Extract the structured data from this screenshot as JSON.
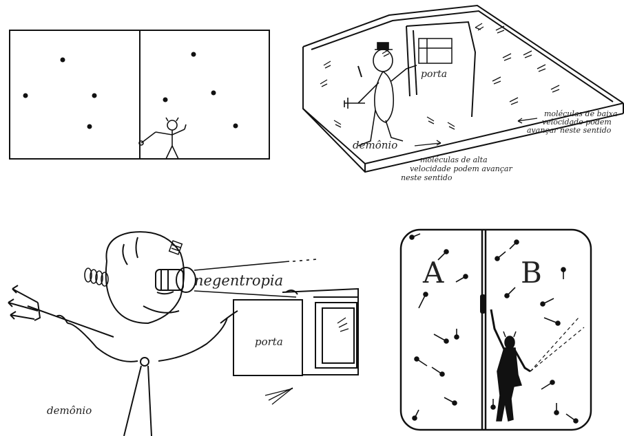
{
  "panels": {
    "room_3d": {
      "label_door": "porta",
      "label_demon": "demônio",
      "note_slow": [
        "moléculas de baixa",
        "velocidade podem",
        "avançar neste sentido"
      ],
      "note_fast": [
        "moléculas de alta",
        "velocidade podem avançar",
        "neste sentido"
      ]
    },
    "negentropy": {
      "label_beam": "negentropia",
      "label_door": "porta",
      "label_demon": "demônio"
    },
    "box_ab": {
      "label_a": "A",
      "label_b": "B"
    }
  }
}
